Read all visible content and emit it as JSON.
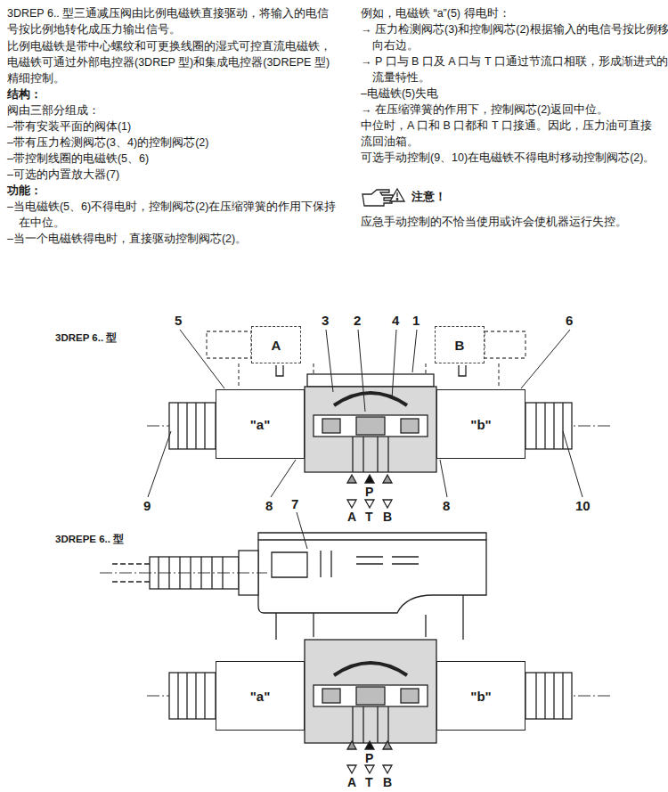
{
  "diagram": {
    "nodes": [
      {
        "text": [
          "A"
        ]
      },
      {
        "text": [
          "B"
        ]
      },
      {
        "text": [
          "\"a\""
        ]
      },
      {
        "text": [
          "\"b\""
        ]
      },
      {
        "text": [
          "\"a\""
        ]
      },
      {
        "text": [
          "\"b\""
        ]
      }
    ],
    "labels": [
      "3DREP 6.. 型三通减压阀由比例电磁铁直接驱动，将输入的电信号按比例地转化成压力输出信号。",
      "比例电磁铁是带中心螺纹和可更换线圈的湿式可控直流电磁铁，电磁铁可通过外部电控器(3DREP 型)和集成电控器(3DREPE 型)精细控制。",
      "结构：",
      "阀由三部分组成：",
      "–带有安装平面的阀体(1)",
      "–带有压力检测阀芯(3、4)的控制阀芯(2)",
      "–带控制线圈的电磁铁(5、6)",
      "–可选的内置放大器(7)",
      "功能：",
      "–当电磁铁(5、6)不得电时，控制阀芯(2)在压缩弹簧的作用下保持在中位。",
      "–当一个电磁铁得电时，直接驱动控制阀芯(2)。",
      "例如，电磁铁 “a”(5) 得电时：",
      "→ 压力检测阀芯(3)和控制阀芯(2)根据输入的电信号按比例移向右边。",
      "→ P 口与 B 口及 A 口与 T 口通过节流口相联，形成渐进式的流量特性。",
      "–电磁铁(5)失电",
      "→ 在压缩弹簧的作用下，控制阀芯(2)返回中位。",
      "中位时，A 口和 B 口都和 T 口接通。因此，压力油可直接流回油箱。",
      "可选手动控制(9、10)在电磁铁不得电时移动控制阀芯(2)。",
      "注意！",
      "应急手动控制的不恰当使用或许会使机器运行失控。",
      "3DREP 6.. 型",
      "5",
      "3",
      "2",
      "4",
      "1",
      "6",
      "9",
      "8",
      "8",
      "10",
      "P",
      "A",
      "T",
      "B",
      "3DREPE 6.. 型",
      "7",
      "P",
      "A",
      "T",
      "B"
    ]
  }
}
